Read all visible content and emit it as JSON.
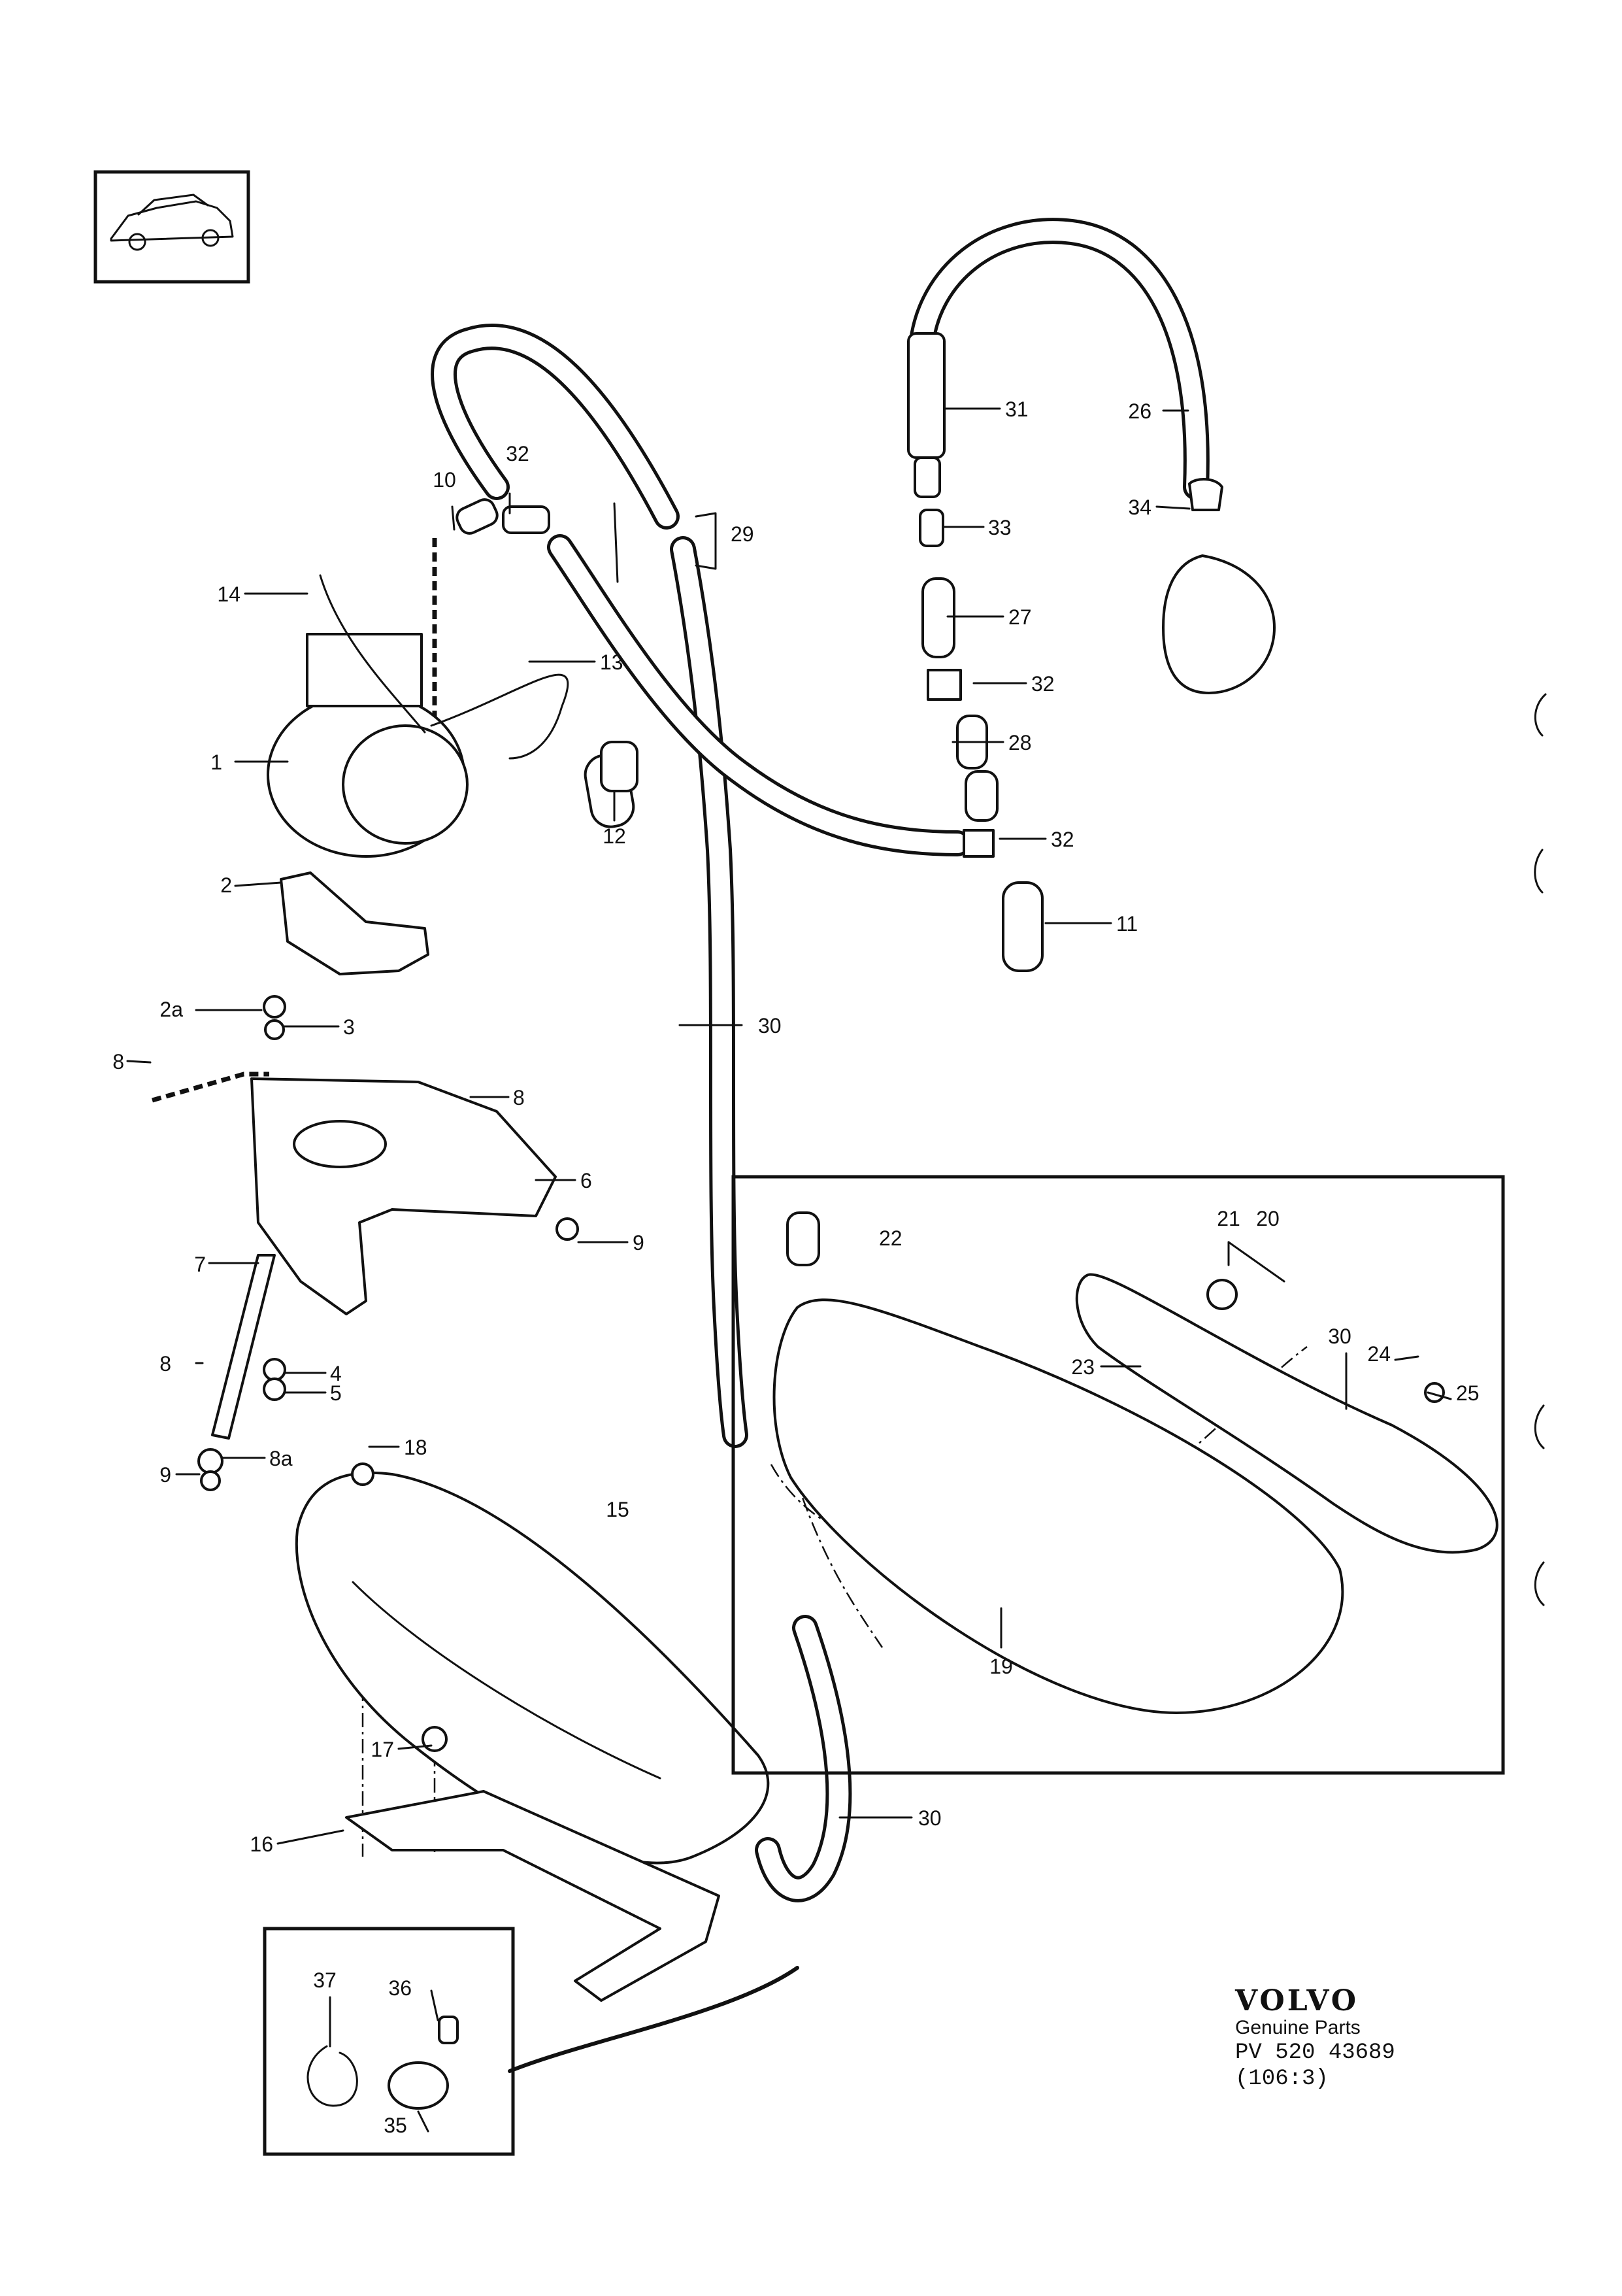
{
  "brand": {
    "logo": "VOLVO",
    "subtitle": "Genuine Parts",
    "code": "PV 520  43689",
    "page": "(106:3)"
  },
  "callouts": [
    {
      "id": "c1",
      "text": "1"
    },
    {
      "id": "c2",
      "text": "2"
    },
    {
      "id": "c2a",
      "text": "2a"
    },
    {
      "id": "c3",
      "text": "3"
    },
    {
      "id": "c4",
      "text": "4"
    },
    {
      "id": "c5",
      "text": "5"
    },
    {
      "id": "c6",
      "text": "6"
    },
    {
      "id": "c7",
      "text": "7"
    },
    {
      "id": "c8a",
      "text": "8"
    },
    {
      "id": "c8b",
      "text": "8"
    },
    {
      "id": "c8c",
      "text": "8"
    },
    {
      "id": "c8d",
      "text": "8a"
    },
    {
      "id": "c9a",
      "text": "9"
    },
    {
      "id": "c9b",
      "text": "9"
    },
    {
      "id": "c10",
      "text": "10"
    },
    {
      "id": "c11",
      "text": "11"
    },
    {
      "id": "c12",
      "text": "12"
    },
    {
      "id": "c13",
      "text": "13"
    },
    {
      "id": "c14",
      "text": "14"
    },
    {
      "id": "c15",
      "text": "15"
    },
    {
      "id": "c16",
      "text": "16"
    },
    {
      "id": "c17",
      "text": "17"
    },
    {
      "id": "c18",
      "text": "18"
    },
    {
      "id": "c19",
      "text": "19"
    },
    {
      "id": "c20",
      "text": "20"
    },
    {
      "id": "c21",
      "text": "21"
    },
    {
      "id": "c22",
      "text": "22"
    },
    {
      "id": "c23",
      "text": "23"
    },
    {
      "id": "c24",
      "text": "24"
    },
    {
      "id": "c25",
      "text": "25"
    },
    {
      "id": "c26",
      "text": "26"
    },
    {
      "id": "c27",
      "text": "27"
    },
    {
      "id": "c28",
      "text": "28"
    },
    {
      "id": "c29",
      "text": "29"
    },
    {
      "id": "c30a",
      "text": "30"
    },
    {
      "id": "c30b",
      "text": "30"
    },
    {
      "id": "c30c",
      "text": "30"
    },
    {
      "id": "c31",
      "text": "31"
    },
    {
      "id": "c32a",
      "text": "32"
    },
    {
      "id": "c32b",
      "text": "32"
    },
    {
      "id": "c32c",
      "text": "32"
    },
    {
      "id": "c33",
      "text": "33"
    },
    {
      "id": "c34",
      "text": "34"
    },
    {
      "id": "c35",
      "text": "35"
    },
    {
      "id": "c36",
      "text": "36"
    },
    {
      "id": "c37",
      "text": "37"
    }
  ]
}
